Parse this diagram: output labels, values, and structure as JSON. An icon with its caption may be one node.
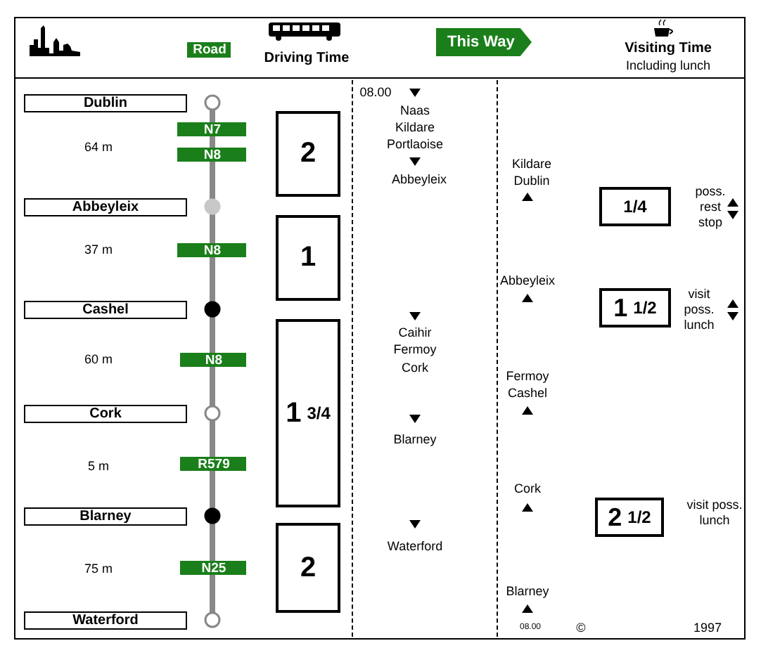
{
  "diagram": {
    "nodes": [
      {
        "text": [
          "Road"
        ]
      },
      {
        "text": [
          "This Way"
        ]
      },
      {
        "text": [
          "Dublin"
        ]
      },
      {
        "text": [],
        "shape": "circle"
      },
      {
        "text": [
          "N7"
        ]
      },
      {
        "text": [
          "N8"
        ]
      },
      {
        "text": [
          "2"
        ]
      },
      {
        "text": [
          "Abbeyleix"
        ]
      },
      {
        "text": [],
        "shape": "circle"
      },
      {
        "text": [
          "N8"
        ]
      },
      {
        "text": [
          "1"
        ]
      },
      {
        "text": [
          "Cashel"
        ]
      },
      {
        "text": [],
        "shape": "circle"
      },
      {
        "text": [
          "1",
          "3/4"
        ]
      },
      {
        "text": [
          "N8"
        ]
      },
      {
        "text": [
          "Cork"
        ]
      },
      {
        "text": [],
        "shape": "circle"
      },
      {
        "text": [
          "R579"
        ]
      },
      {
        "text": [
          "Blarney"
        ]
      },
      {
        "text": [],
        "shape": "circle"
      },
      {
        "text": [
          "2"
        ]
      },
      {
        "text": [
          "N25"
        ]
      },
      {
        "text": [
          "Waterford"
        ]
      },
      {
        "text": [],
        "shape": "circle"
      },
      {
        "text": [
          "1/4"
        ]
      },
      {
        "text": [
          "1",
          "1/2"
        ]
      },
      {
        "text": [
          "2",
          "1/2"
        ]
      }
    ],
    "edges": [
      {
        "from": 3,
        "to": 8,
        "arrow": "none"
      },
      {
        "from": 8,
        "to": 12,
        "arrow": "none"
      },
      {
        "from": 12,
        "to": 16,
        "arrow": "none"
      },
      {
        "from": 16,
        "to": 19,
        "arrow": "none"
      },
      {
        "from": 19,
        "to": 23,
        "arrow": "none"
      }
    ],
    "labels": [
      "Driving Time",
      "Visiting Time",
      "Including lunch",
      "08.00",
      "Naas",
      "Kildare",
      "Portlaoise",
      "Abbeyleix",
      "64 m",
      "Kildare",
      "Dublin",
      "poss. rest stop",
      "37 m",
      "Abbeyleix",
      "visit poss. lunch",
      "Caihir",
      "Fermoy",
      "Cork",
      "60 m",
      "Fermoy",
      "Cashel",
      "Blarney",
      "5 m",
      "Cork",
      "visit poss. lunch",
      "Waterford",
      "75 m",
      "Blarney",
      "08.00",
      "©",
      "1997"
    ]
  }
}
